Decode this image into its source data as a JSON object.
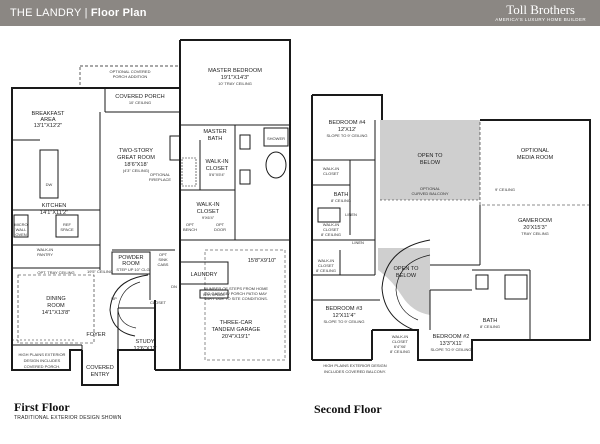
{
  "header": {
    "title": "THE LANDRY",
    "separator": "|",
    "subtitle": "Floor Plan",
    "brand_name": "Toll Brothers",
    "brand_tagline": "AMERICA'S LUXURY HOME BUILDER"
  },
  "first_floor": {
    "caption": "First Floor",
    "subcaption": "TRADITIONAL EXTERIOR DESIGN SHOWN",
    "optional_porch": [
      "OPTIONAL COVERED",
      "PORCH ADDITION"
    ],
    "covered_porch": [
      "COVERED PORCH",
      "10' CEILING"
    ],
    "master_bedroom": [
      "MASTER BEDROOM",
      "19'1\"X14'3\"",
      "10' TRAY CEILING"
    ],
    "breakfast": [
      "BREAKFAST",
      "AREA",
      "13'1\"X12'2\""
    ],
    "great_room": [
      "TWO-STORY",
      "GREAT ROOM",
      "18'6\"X18'",
      "(4'3\" CEILING)"
    ],
    "fireplace": [
      "OPTIONAL",
      "FIREPLACE"
    ],
    "master_bath": [
      "MASTER",
      "BATH"
    ],
    "shower": "SHOWER",
    "wic_master": [
      "WALK-IN",
      "CLOSET",
      "5'6\"X5'4\""
    ],
    "wic_foyer": [
      "WALK-IN",
      "CLOSET",
      "9'X6'4\""
    ],
    "opt_door": [
      "OPT",
      "DOOR"
    ],
    "kitchen": [
      "KITCHEN",
      "14'1\"X11'2\""
    ],
    "dw": "DW",
    "micro": [
      "MICRO",
      "WALL",
      "OVEN"
    ],
    "ref_space": [
      "REF",
      "SPACE"
    ],
    "pantry": [
      "WALK-IN",
      "PANTRY"
    ],
    "opt_tray_ceiling": "OPT. TRAY CEILING",
    "ceiling_19_5": "19'5\" CEILING",
    "powder": [
      "POWDER",
      "ROOM"
    ],
    "step_up": "STEP UP 10\" CLG",
    "opt_sink": [
      "OPT",
      "SINK",
      "CABS"
    ],
    "opt_bench": [
      "OPT",
      "BENCH"
    ],
    "laundry": "LAUNDRY",
    "wh_space": "W/H SPACE",
    "garage_dim": "15'8\"X9'10\"",
    "dining": [
      "DINING",
      "ROOM",
      "14'1\"X13'8\""
    ],
    "closet": "CLOSET",
    "up": "UP",
    "dn": "DN",
    "steps_note": [
      "NUMBER OF STEPS FROM HOME",
      "TO GARAGE/ PORCH PATIO MAY",
      "VARY DUE TO SITE CONDITIONS."
    ],
    "garage": [
      "THREE-CAR",
      "TANDEM GARAGE",
      "20'4\"X19'1\""
    ],
    "foyer": "FOYER",
    "study": [
      "STUDY",
      "12'6\"X11'"
    ],
    "covered_entry": [
      "COVERED",
      "ENTRY"
    ],
    "exterior_note": [
      "HIGH PLAINS EXTERIOR",
      "DESIGN INCLUDES",
      "COVERED PORCH."
    ]
  },
  "second_floor": {
    "caption": "Second Floor",
    "bedroom4": [
      "BEDROOM #4",
      "12'X12'",
      "SLOPE TO 9' CEILING"
    ],
    "open_below_top": [
      "OPEN TO",
      "BELOW"
    ],
    "curved_balcony": [
      "OPTIONAL",
      "CURVED BALCONY"
    ],
    "media_room": [
      "OPTIONAL",
      "MEDIA ROOM"
    ],
    "nine_ceiling": "9' CEILING",
    "gameroom": [
      "GAMEROOM",
      "20'X15'3\"",
      "TRAY CEILING"
    ],
    "wic_a": [
      "WALK-IN",
      "CLOSET"
    ],
    "bath_a": [
      "BATH",
      "8' CEILING"
    ],
    "linen_a": "LINEN",
    "wic_b": [
      "WALK-IN",
      "CLOSET",
      "8' CEILING"
    ],
    "linen_b": "LINEN",
    "wic_c": [
      "WALK-IN",
      "CLOSET",
      "8' CEILING"
    ],
    "open_below_stair": [
      "OPEN TO",
      "BELOW"
    ],
    "bedroom3": [
      "BEDROOM #3",
      "12'X11'4\"",
      "SLOPE TO 9' CEILING"
    ],
    "wic_d": [
      "WALK-IN",
      "CLOSET",
      "6'4\"X6'",
      "8' CEILING"
    ],
    "bath_b": [
      "BATH",
      "8' CEILING"
    ],
    "bedroom2": [
      "BEDROOM #2",
      "13'3\"X11'",
      "SLOPE TO 9' CEILING"
    ],
    "exterior_note": [
      "HIGH PLAINS EXTERIOR DESIGN",
      "INCLUDES COVERED BALCONY."
    ]
  },
  "colors": {
    "header_bg": "#8b8783",
    "open_area": "#cfcfcf",
    "wall": "#1a1a1a"
  }
}
